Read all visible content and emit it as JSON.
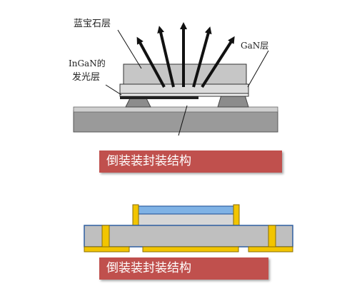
{
  "top_diagram": {
    "label_sapphire": "蓝宝石层",
    "label_gan": "GaN层",
    "label_ingan_line1": "InGaN的",
    "label_ingan_line2": "发光层",
    "caption": "倒装装封装结构"
  },
  "bottom_diagram": {
    "caption": "倒装装封装结构"
  },
  "colors": {
    "caption_bg": "#c0504d",
    "substrate_gray": "#bfbfbf",
    "gold_bump": "#f2c500",
    "chip_blue": "#7fb2e5"
  }
}
